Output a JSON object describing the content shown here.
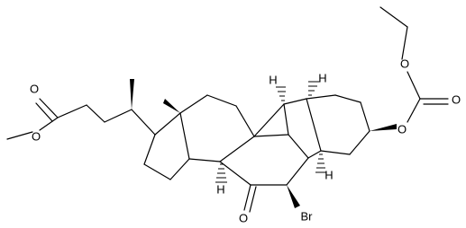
{
  "molecule": {
    "atoms": {
      "O_ester_carbonyl": "O",
      "O_ester_methoxy": "O",
      "O_carbonate_top": "O",
      "O_carbonate_carbonyl": "O",
      "O_carbonate_ring": "O",
      "O_ketone": "O",
      "Br_6": "Br",
      "H_9": "H",
      "H_10": "H",
      "H_14": "H",
      "H_5": "H"
    }
  }
}
